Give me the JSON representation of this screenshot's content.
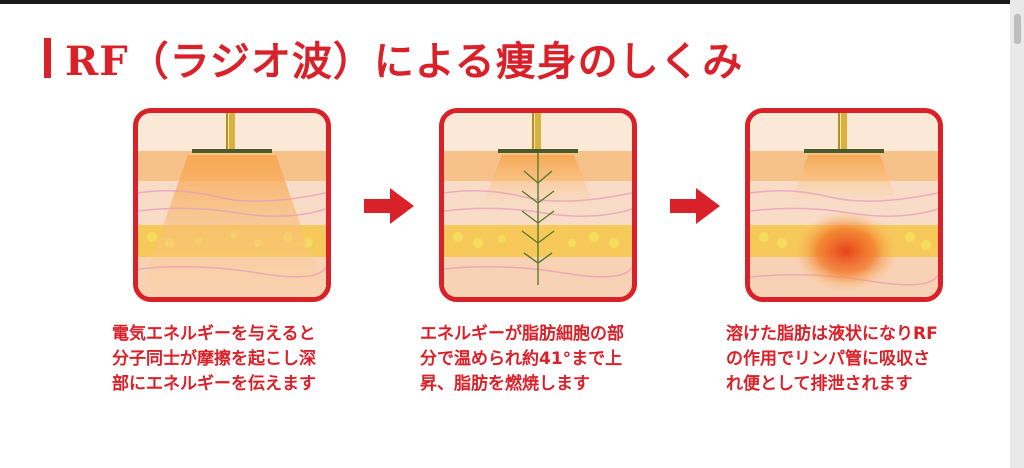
{
  "title": "RF（ラジオ波）による痩身のしくみ",
  "colors": {
    "accent": "#d9212a",
    "probe": "#d9b23a"
  },
  "steps": [
    {
      "stage": "energy",
      "caption": [
        "電気エネルギーを与えると",
        "分子同士が摩擦を起こし深",
        "部にエネルギーを伝えます"
      ]
    },
    {
      "stage": "heating",
      "caption": [
        "エネルギーが脂肪細胞の部",
        "分で温められ約41°まで上",
        "昇、脂肪を燃焼します"
      ]
    },
    {
      "stage": "dissolve",
      "caption": [
        "溶けた脂肪は液状になりRF",
        "の作用でリンパ管に吸収さ",
        "れ便として排泄されます"
      ]
    }
  ],
  "icons": {
    "arrow": "right-arrow-icon"
  }
}
